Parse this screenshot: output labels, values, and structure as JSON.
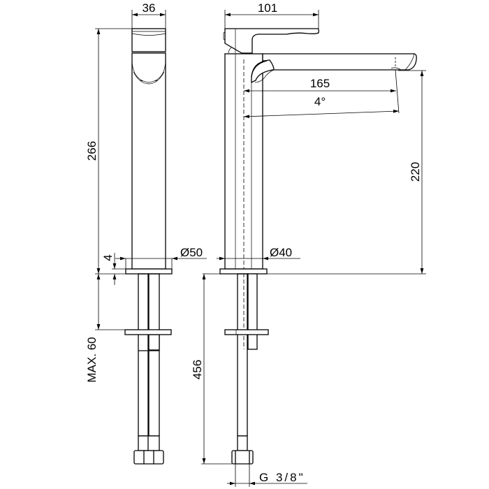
{
  "drawing": {
    "line_color": "#000000",
    "background_color": "#ffffff",
    "side_view": {
      "width_label": "36",
      "height_label": "266",
      "base_thickness_label": "4",
      "base_diameter_label": "Ø50",
      "max_deck_label": "MAX. 60"
    },
    "front_view": {
      "handle_width_label": "101",
      "spout_reach_label": "165",
      "spout_angle_label": "4°",
      "spout_height_label": "220",
      "body_diameter_label": "Ø40",
      "hose_length_label": "456",
      "connection_label": "G 3/8\""
    }
  }
}
